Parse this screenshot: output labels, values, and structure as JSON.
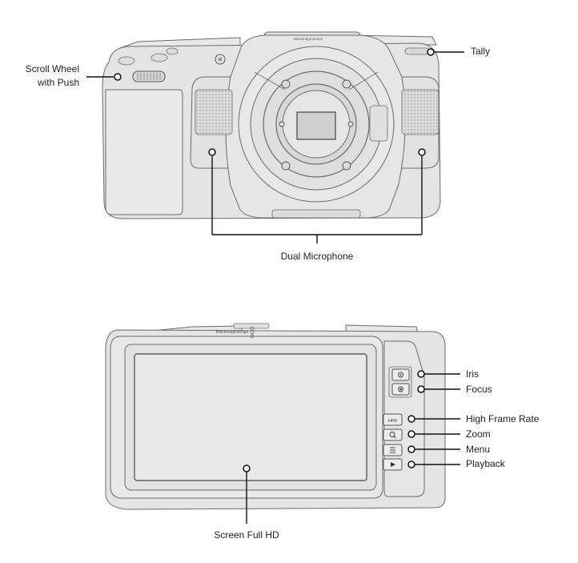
{
  "front_view": {
    "callouts": {
      "scroll_wheel_line1": "Scroll Wheel",
      "scroll_wheel_line2": "with Push",
      "tally": "Tally",
      "dual_microphone": "Dual Microphone"
    },
    "brand_text": "Blackmagicdesign"
  },
  "rear_view": {
    "callouts": {
      "iris": "Iris",
      "focus": "Focus",
      "high_frame_rate": "High Frame Rate",
      "zoom": "Zoom",
      "menu": "Menu",
      "playback": "Playback",
      "screen": "Screen Full HD"
    },
    "brand_text": "Blackmagicdesign",
    "buttons": {
      "hfr_label": "HFR"
    }
  },
  "colors": {
    "body_fill": "#e4e4e4",
    "body_stroke": "#6b6b6b",
    "line": "#111111",
    "text": "#1f1f1f"
  },
  "icons": [
    "iris-icon",
    "focus-icon",
    "zoom-icon",
    "menu-icon",
    "play-icon"
  ]
}
